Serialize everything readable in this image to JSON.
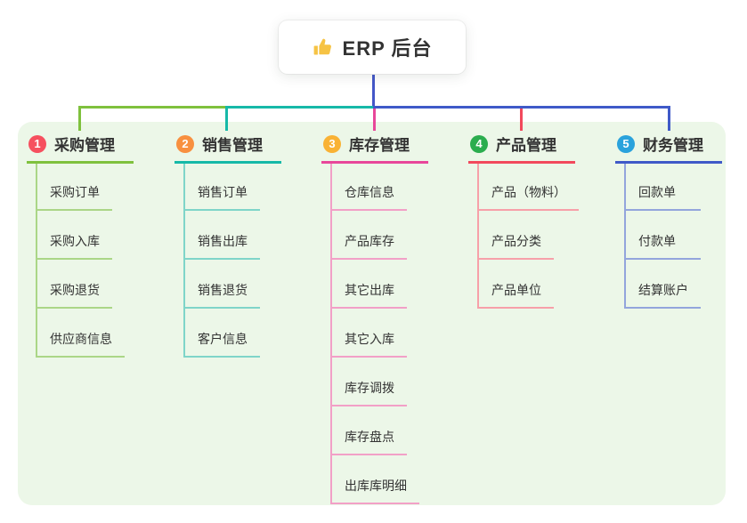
{
  "root": {
    "icon": "thumbs-up-icon",
    "label": "ERP 后台"
  },
  "colors": {
    "page_background": "#ffffff",
    "panel_background": "#ecf7e8",
    "text": "#333333",
    "root_line": "#4457c8",
    "thumb_icon": "#f6c344"
  },
  "branches": [
    {
      "badge": "1",
      "title": "采购管理",
      "badge_color": "#f6505f",
      "line_color": "#7fc13d",
      "child_line_color": "#abd687",
      "children": [
        "采购订单",
        "采购入库",
        "采购退货",
        "供应商信息"
      ]
    },
    {
      "badge": "2",
      "title": "销售管理",
      "badge_color": "#f8903f",
      "line_color": "#16b9a8",
      "child_line_color": "#7fd5c9",
      "children": [
        "销售订单",
        "销售出库",
        "销售退货",
        "客户信息"
      ]
    },
    {
      "badge": "3",
      "title": "库存管理",
      "badge_color": "#f9b234",
      "line_color": "#e8479a",
      "child_line_color": "#f2a0c7",
      "children": [
        "仓库信息",
        "产品库存",
        "其它出库",
        "其它入库",
        "库存调拨",
        "库存盘点",
        "出库库明细"
      ]
    },
    {
      "badge": "4",
      "title": "产品管理",
      "badge_color": "#2bad4e",
      "line_color": "#f2495c",
      "child_line_color": "#f7a0a9",
      "children": [
        "产品（物料）",
        "产品分类",
        "产品单位"
      ]
    },
    {
      "badge": "5",
      "title": "财务管理",
      "badge_color": "#2aa2dc",
      "line_color": "#3f5ac8",
      "child_line_color": "#93a5dc",
      "children": [
        "回款单",
        "付款单",
        "结算账户"
      ]
    }
  ]
}
